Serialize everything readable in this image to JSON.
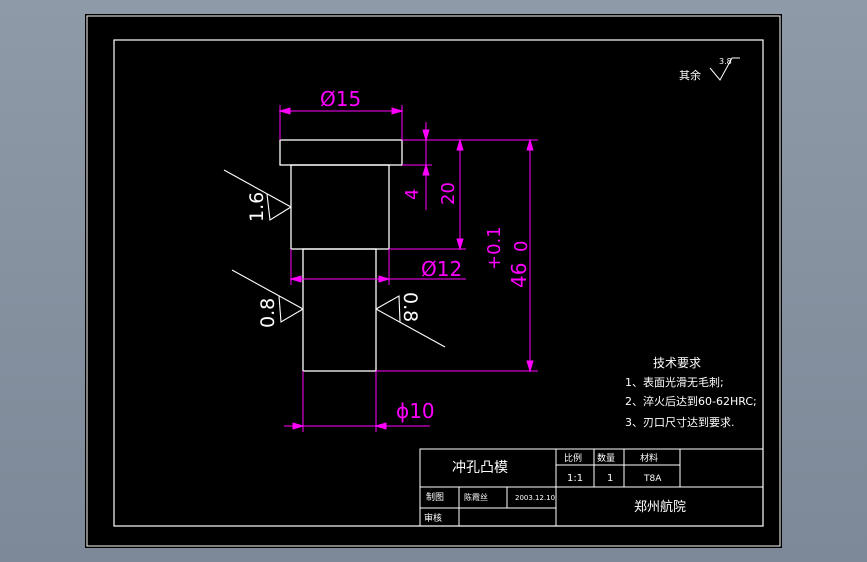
{
  "roughness": {
    "note": "其余",
    "value": "3.8"
  },
  "dimensions": {
    "d15": "Ø15",
    "d12": "Ø12",
    "d10": "ɸ10",
    "h4": "4",
    "h20": "20",
    "h46": "46",
    "tol_upper": "+0.1",
    "tol_lower": "0"
  },
  "finish_marks": {
    "upper_left": "1.6",
    "lower_left": "0.8",
    "lower_right": "0.8"
  },
  "tech_requirements": {
    "title": "技术要求",
    "items": [
      "1、表面光滑无毛刺;",
      "2、淬火后达到60-62HRC;",
      "3、刃口尺寸达到要求."
    ]
  },
  "title_block": {
    "part_name": "冲孔凸模",
    "scale_label": "比例",
    "qty_label": "数量",
    "material_label": "材料",
    "scale_value": "1:1",
    "qty_value": "1",
    "material_value": "T8A",
    "drawn_label": "制图",
    "drawn_by": "陈霞丝",
    "date": "2003.12.10",
    "check_label": "审核",
    "institution": "郑州航院"
  }
}
